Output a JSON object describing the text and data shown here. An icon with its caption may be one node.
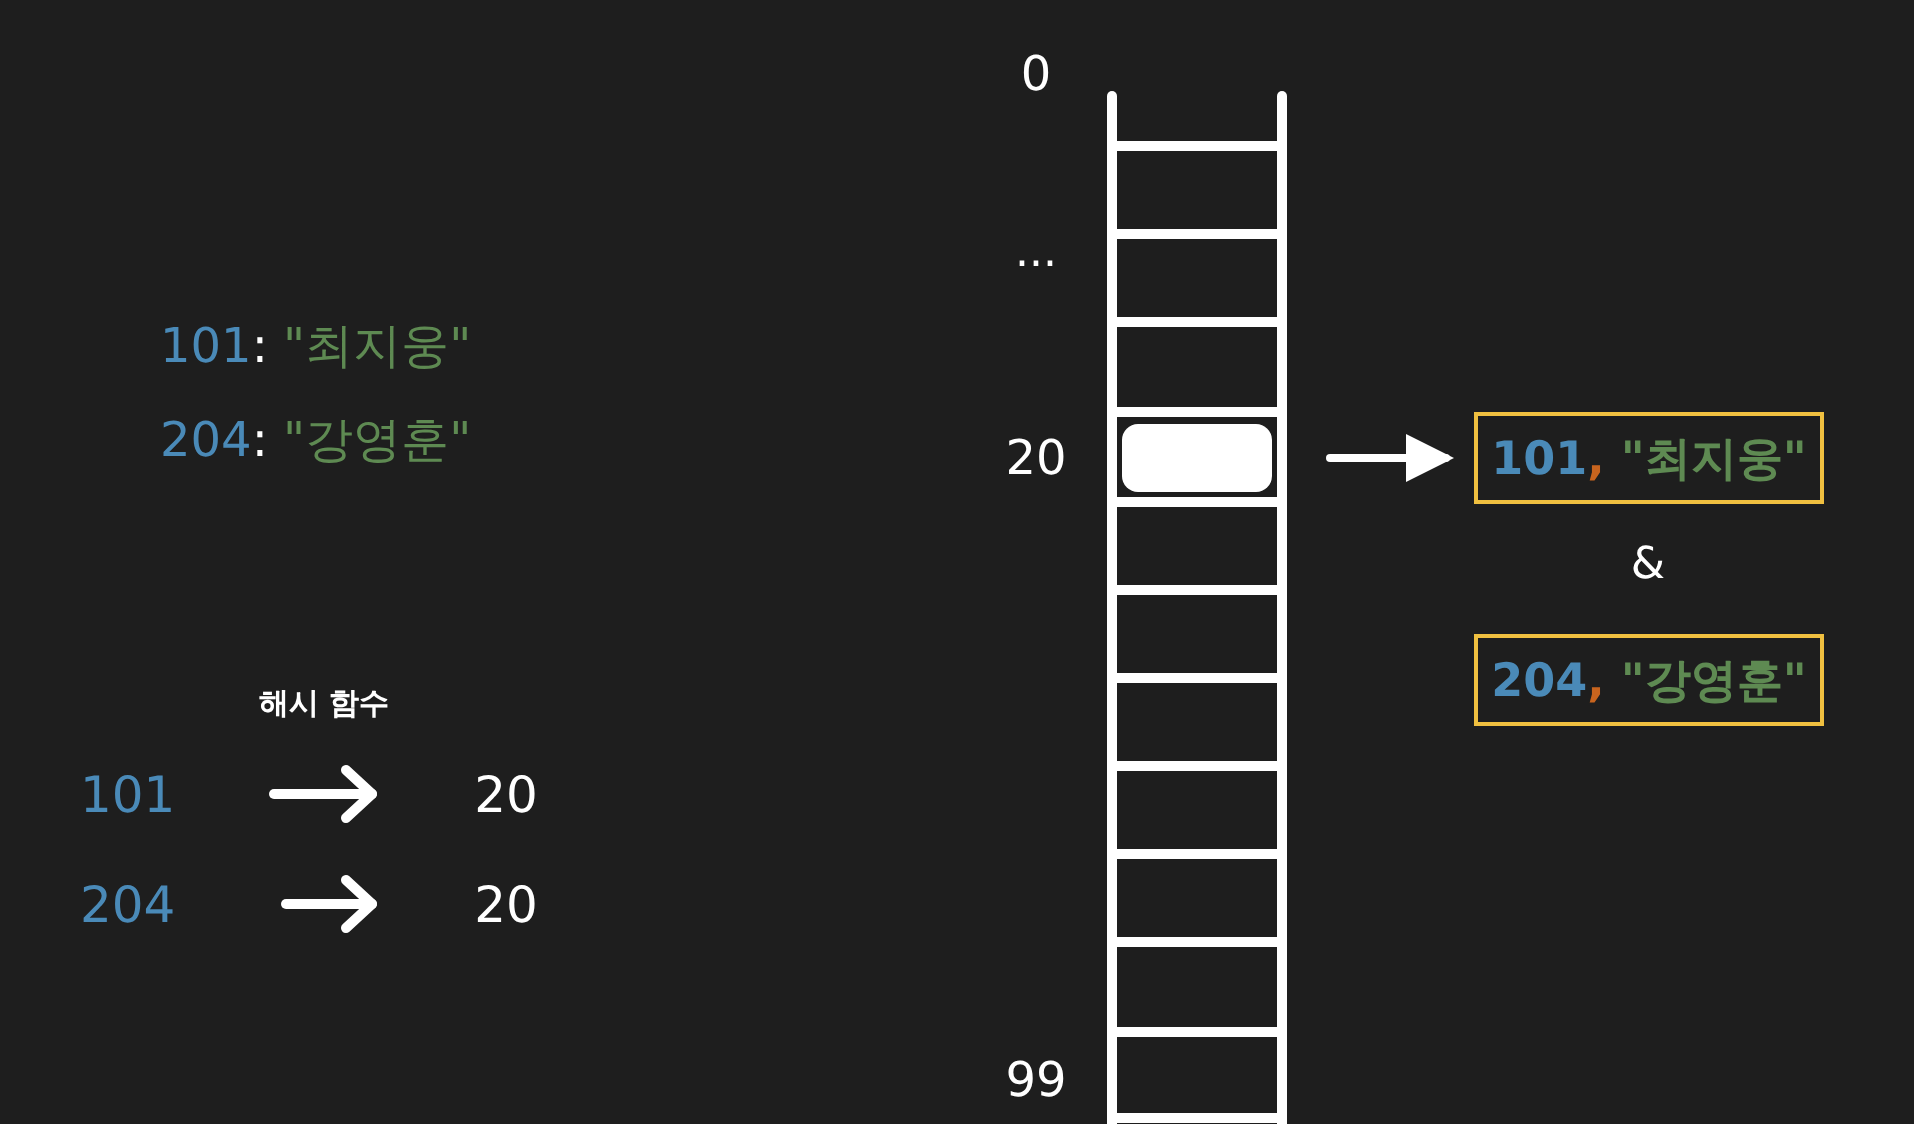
{
  "diagram": {
    "nodes": [
      {
        "text": [],
        "shape": "box",
        "beside": [
          "20"
        ]
      },
      {
        "text": [
          "101, \"최지웅\""
        ]
      },
      {
        "text": [
          "204, \"강영훈\""
        ]
      },
      {
        "text": [
          "101"
        ]
      },
      {
        "text": [
          "20"
        ]
      },
      {
        "text": [
          "204"
        ]
      },
      {
        "text": [
          "20"
        ]
      }
    ],
    "edges": [
      {
        "from": 0,
        "to": 1,
        "arrow": "to"
      },
      {
        "from": 3,
        "to": 4,
        "arrow": "to"
      },
      {
        "from": 5,
        "to": 6,
        "arrow": "to"
      }
    ],
    "labels": [
      "0",
      "...",
      "101: \"최지웅\"",
      "204: \"강영훈\"",
      "&",
      "해시 함수",
      "99"
    ]
  }
}
